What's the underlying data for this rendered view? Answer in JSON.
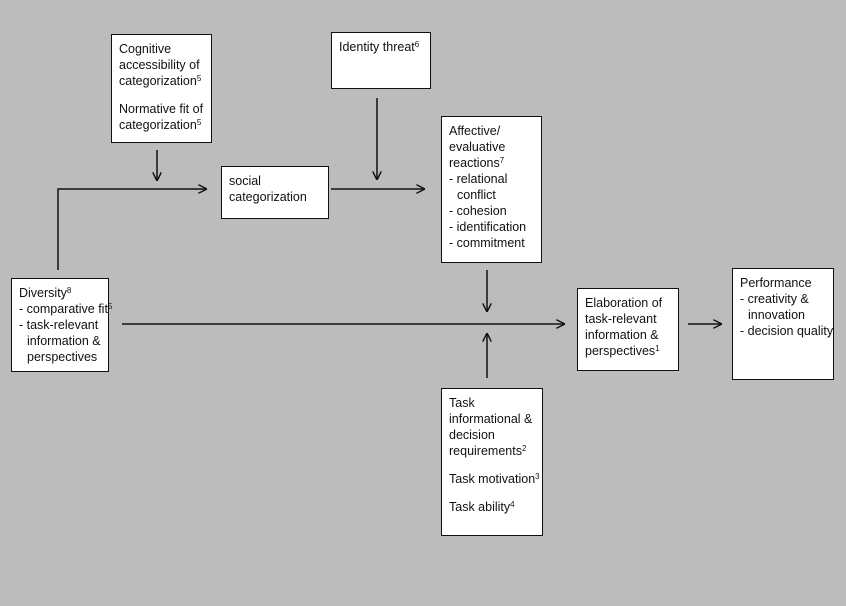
{
  "boxes": {
    "cognitive": {
      "line1": "Cognitive",
      "line2": "accessibility of",
      "line3": "categorization",
      "line3_sup": "5",
      "line4": "Normative fit of",
      "line5": "categorization",
      "line5_sup": "5"
    },
    "identity_threat": {
      "text": "Identity threat",
      "sup": "6"
    },
    "social_categorization": {
      "line1": "social",
      "line2": "categorization"
    },
    "affective": {
      "line1": "Affective/",
      "line2": "evaluative",
      "line3": "reactions",
      "line3_sup": "7",
      "items": [
        "- relational",
        "conflict",
        "- cohesion",
        "- identification",
        "- commitment"
      ]
    },
    "diversity": {
      "title": "Diversity",
      "title_sup": "8",
      "item1": "- comparative fit",
      "item1_sup": "5",
      "item2": "- task-relevant",
      "item3": "information &",
      "item4": "perspectives"
    },
    "elaboration": {
      "line1": "Elaboration of",
      "line2": "task-relevant",
      "line3": "information &",
      "line4": "perspectives",
      "line4_sup": "1"
    },
    "performance": {
      "title": "Performance",
      "item1": "- creativity &",
      "item2": "innovation",
      "item3": "- decision quality"
    },
    "task": {
      "line1": "Task",
      "line2": "informational &",
      "line3": "decision",
      "line4": "requirements",
      "line4_sup": "2",
      "line5": "Task motivation",
      "line5_sup": "3",
      "line6": "Task ability",
      "line6_sup": "4"
    }
  },
  "colors": {
    "background": "#bcbcbc",
    "box": "#ffffff",
    "line": "#111111"
  }
}
